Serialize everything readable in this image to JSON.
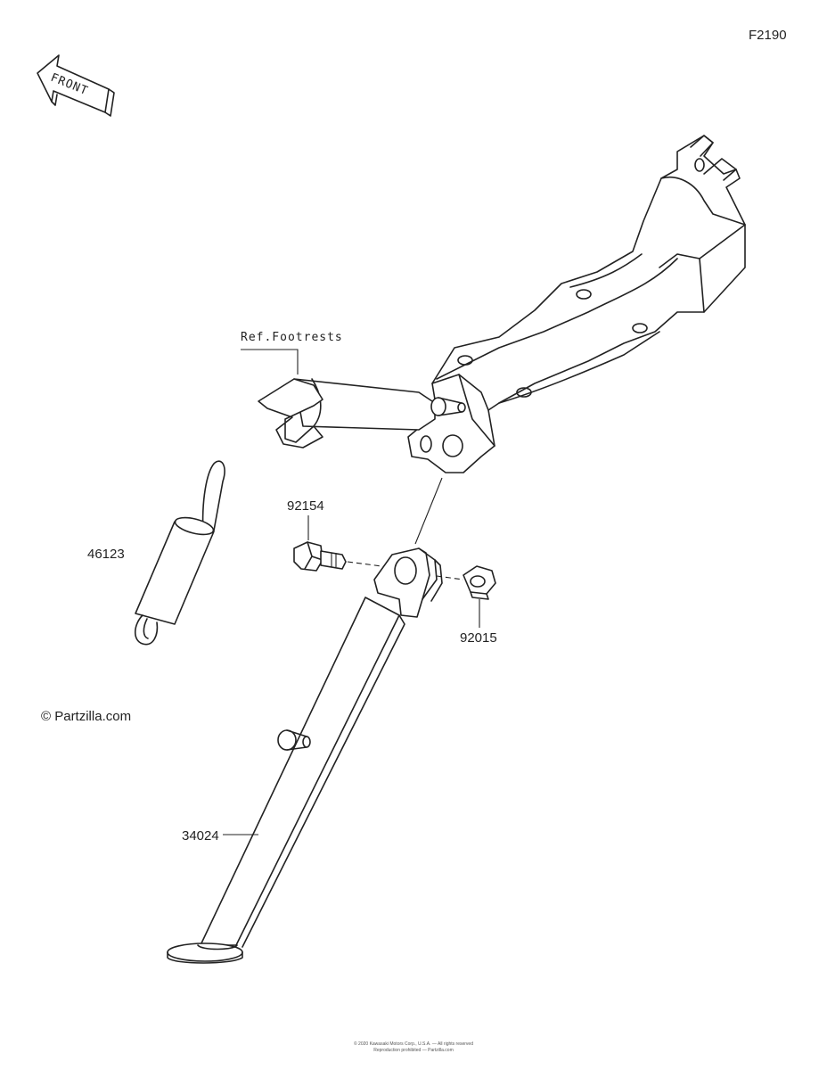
{
  "diagram_code": "F2190",
  "front_arrow": {
    "label": "FRONT",
    "icon": "front-direction-arrow-icon"
  },
  "copyright": "© Partzilla.com",
  "reference_label": "Ref.Footrests",
  "parts": [
    {
      "number": "92154",
      "name": "bolt"
    },
    {
      "number": "46123",
      "name": "spring"
    },
    {
      "number": "92015",
      "name": "nut"
    },
    {
      "number": "34024",
      "name": "side-stand"
    }
  ],
  "footer_lines": [
    "© 2020 Kawasaki Motors Corp., U.S.A. — All rights reserved",
    "Reproduction prohibited — Partzilla.com"
  ],
  "colors": {
    "line": "#222222",
    "background": "#ffffff"
  }
}
